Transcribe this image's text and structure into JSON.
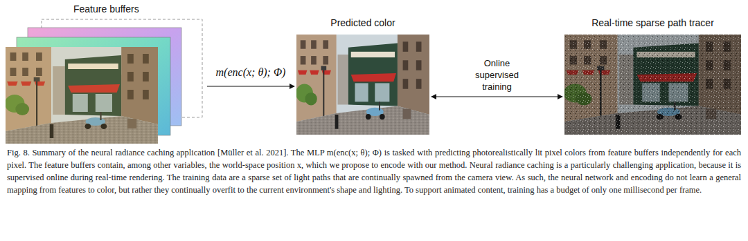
{
  "diagram": {
    "caption": "Fig. 8. Summary of the neural radiance caching application [Müller et al. 2021]. The MLP m(enc(x; θ); Φ) is tasked with predicting photorealistically lit pixel colors from feature buffers independently for each pixel. The feature buffers contain, among other variables, the world-space position x, which we propose to encode with our method. Neural radiance caching is a particularly challenging application, because it is supervised online during real-time rendering. The training data are a sparse set of light paths that are continually spawned from the camera view. As such, the neural network and encoding do not learn a general mapping from features to color, but rather they continually overfit to the current environment's shape and lighting. To support animated content, training has a budget of only one millisecond per frame.",
    "nodes": [
      {
        "text": [
          "Feature buffers"
        ]
      },
      {
        "text": [
          "Predicted color"
        ]
      },
      {
        "text": [
          "Real-time sparse path tracer"
        ]
      }
    ],
    "edges": [
      {
        "from": 0,
        "to": 1,
        "label": "m(enc(x; θ); Φ)",
        "arrow": "to"
      },
      {
        "from": 1,
        "to": 2,
        "label": "Online supervised training",
        "arrow": "both"
      }
    ]
  }
}
